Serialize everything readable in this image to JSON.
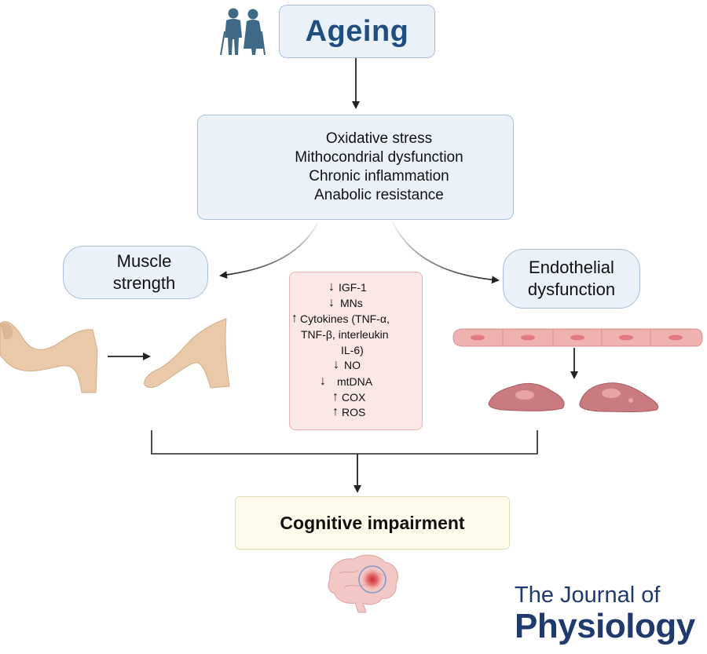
{
  "ageing": {
    "label": "Ageing"
  },
  "stressors": {
    "items": [
      "Oxidative stress",
      "Mithocondrial dysfunction",
      "Chronic inflammation",
      "Anabolic resistance"
    ]
  },
  "muscle": {
    "label_line1": "Muscle",
    "label_line2": "strength"
  },
  "endothelial": {
    "label_line1": "Endothelial",
    "label_line2": "dysfunction"
  },
  "markers": {
    "igf1": "IGF-1",
    "mns": "MNs",
    "cytokines_1": "Cytokines (TNF-α,",
    "cytokines_2": "TNF-β, interleukin",
    "cytokines_3": "IL-6)",
    "no": "NO",
    "mtdna": "mtDNA",
    "cox": "COX",
    "ros": "ROS",
    "down_arrow": "↓",
    "up_arrow": "↑"
  },
  "outcome": {
    "label": "Cognitive impairment"
  },
  "journal": {
    "line1": "The Journal of",
    "line2": "Physiology"
  },
  "colors": {
    "box_blue_fill": "#eaf1f9",
    "box_blue_border": "#a9bfd8",
    "title_blue": "#1f4e80",
    "increase_red": "#c0302b",
    "marker_fill": "#fbe7e6",
    "outcome_fill": "#fffbea",
    "skin": "#e9c9a8",
    "cell_healthy": "#f0b2b0",
    "cell_damaged": "#c97b80",
    "journal_blue": "#1f3a6e"
  }
}
